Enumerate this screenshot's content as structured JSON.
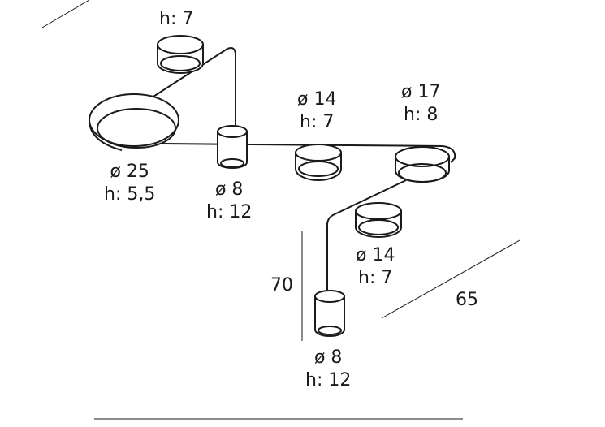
{
  "labels": {
    "top_small": {
      "h": "h: 7"
    },
    "big_ring": {
      "d": "ø 25",
      "h": "h: 5,5"
    },
    "tube_upper": {
      "d": "ø 8",
      "h": "h: 12"
    },
    "center_ring": {
      "d": "ø 14",
      "h": "h: 7"
    },
    "right_ring": {
      "d": "ø 17",
      "h": "h: 8"
    },
    "lower_ring": {
      "d": "ø 14",
      "h": "h: 7"
    },
    "tube_lower": {
      "d": "ø 8",
      "h": "h: 12"
    },
    "height_dim": "70",
    "depth_dim": "65"
  }
}
